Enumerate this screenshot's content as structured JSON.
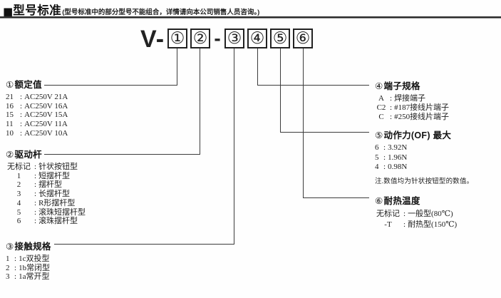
{
  "header": {
    "marker": "■",
    "title": "型号标准",
    "subtitle": "(型号标准中的部分型号不能组合，详情请向本公司销售人员咨询。)"
  },
  "model_code": {
    "prefix": "V-",
    "dash": "-",
    "boxes": [
      "①",
      "②",
      "③",
      "④",
      "⑤",
      "⑥"
    ]
  },
  "punct": {
    "colon": ":"
  },
  "sections": [
    {
      "num": "①",
      "title": "额定值",
      "items": [
        {
          "code": "21",
          "label": "AC250V 21A"
        },
        {
          "code": "16",
          "label": "AC250V 16A"
        },
        {
          "code": "15",
          "label": "AC250V 15A"
        },
        {
          "code": "11",
          "label": "AC250V 11A"
        },
        {
          "code": "10",
          "label": "AC250V 10A"
        }
      ]
    },
    {
      "num": "②",
      "title": "驱动杆",
      "items": [
        {
          "code": "无标记",
          "label": "针状按钮型"
        },
        {
          "code": "1",
          "label": "短摆杆型"
        },
        {
          "code": "2",
          "label": "摆杆型"
        },
        {
          "code": "3",
          "label": "长摆杆型"
        },
        {
          "code": "4",
          "label": "R形摆杆型"
        },
        {
          "code": "5",
          "label": "滚珠短摆杆型"
        },
        {
          "code": "6",
          "label": "滚珠摆杆型"
        }
      ]
    },
    {
      "num": "③",
      "title": "接触规格",
      "items": [
        {
          "code": "1",
          "label": "1c双投型"
        },
        {
          "code": "2",
          "label": "1b常闭型"
        },
        {
          "code": "3",
          "label": "1a常开型"
        }
      ]
    },
    {
      "num": "④",
      "title": "端子规格",
      "items": [
        {
          "code": "A",
          "label": "焊接端子"
        },
        {
          "code": "C2",
          "label": "#187接线片端子"
        },
        {
          "code": "C",
          "label": "#250接线片端子"
        }
      ]
    },
    {
      "num": "⑤",
      "title": "动作力(OF) 最大",
      "items": [
        {
          "code": "6",
          "label": "3.92N"
        },
        {
          "code": "5",
          "label": "1.96N"
        },
        {
          "code": "4",
          "label": "0.98N"
        }
      ],
      "note": "注.数值均为针状按钮型的数值。"
    },
    {
      "num": "⑥",
      "title": "耐热温度",
      "items": [
        {
          "code": "无标记",
          "label": "一般型(80℃)"
        },
        {
          "code": "-T",
          "label": "耐热型(150℃)"
        }
      ]
    }
  ]
}
